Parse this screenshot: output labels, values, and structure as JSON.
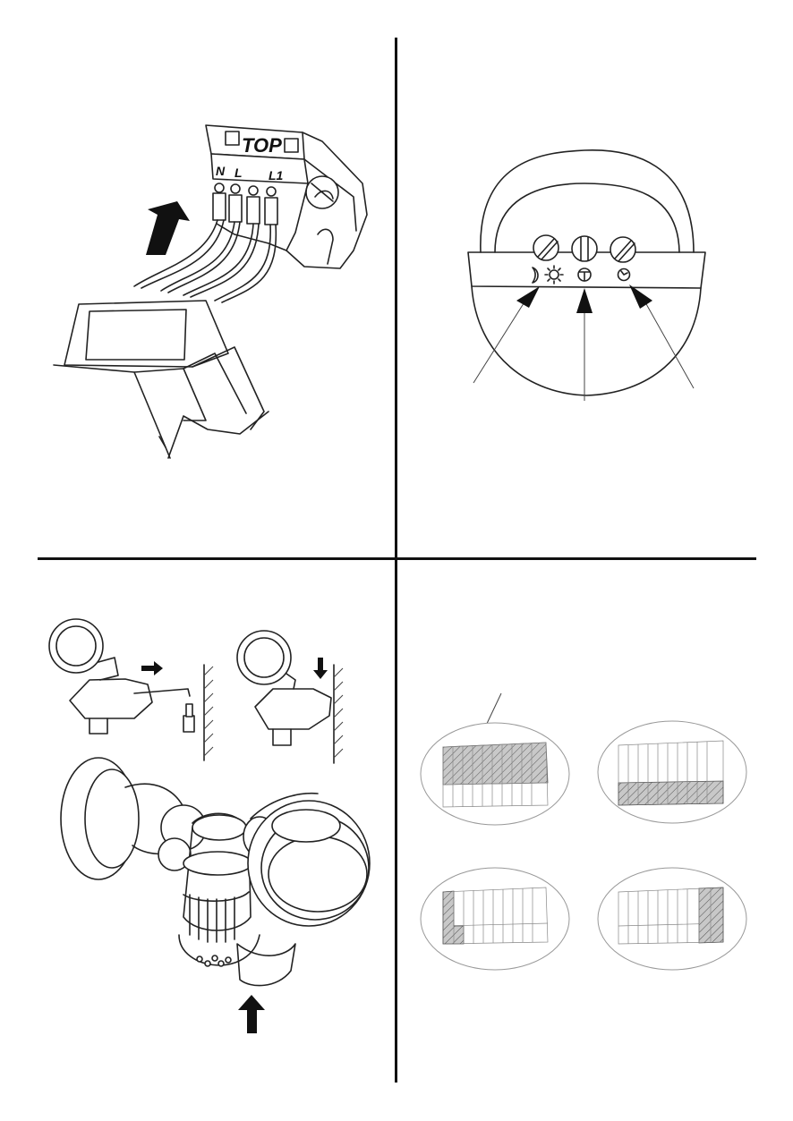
{
  "terminal_block": {
    "top_label": "TOP",
    "terminal_labels": [
      "N",
      "L",
      "L1"
    ]
  },
  "control_panel": {
    "knobs": [
      "lux-knob",
      "sensitivity-knob",
      "time-knob"
    ],
    "knob_icons": [
      "moon-sun-icon",
      "sensitivity-icon",
      "clock-icon"
    ]
  },
  "detection_patterns": {
    "count": 4
  }
}
